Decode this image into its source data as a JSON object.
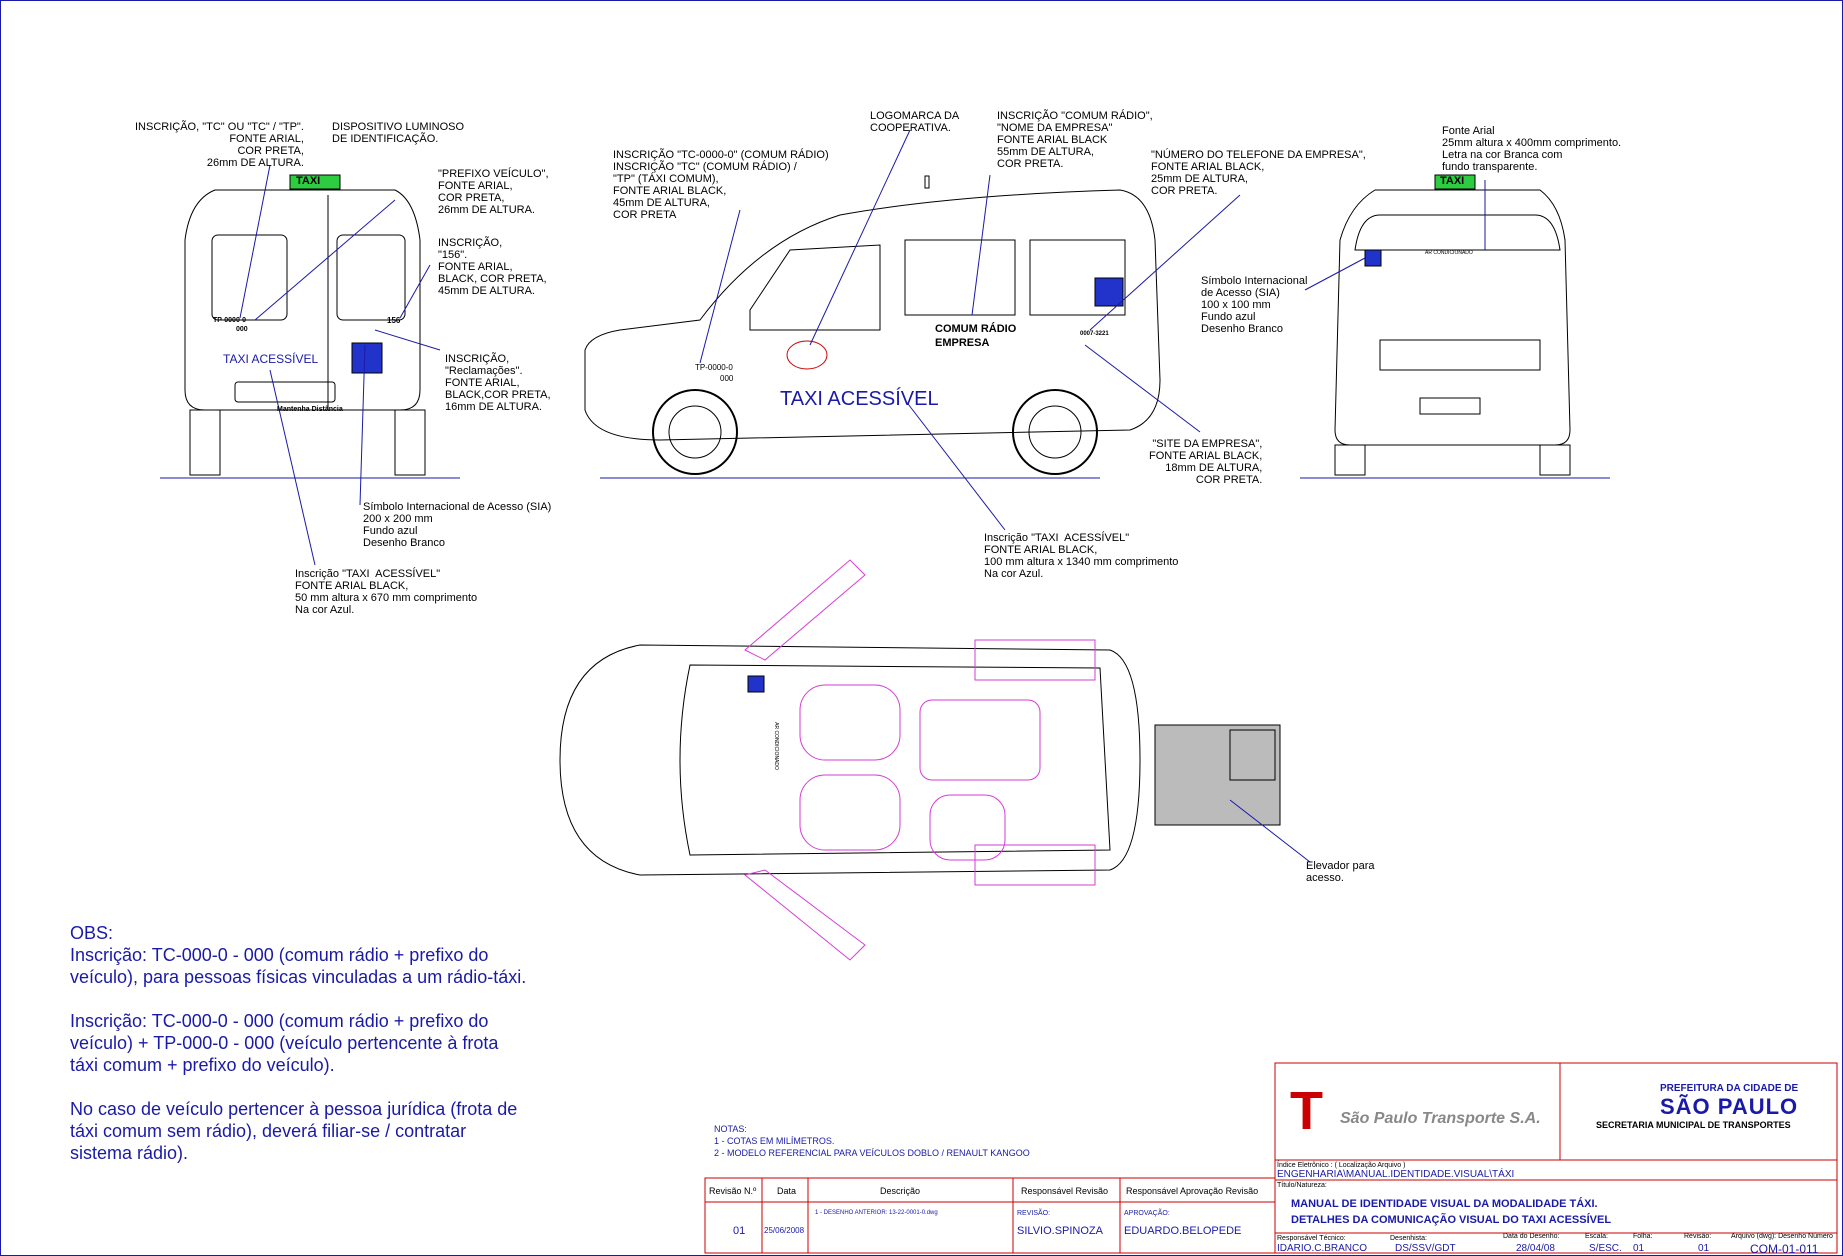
{
  "annotations": {
    "rear_tc_tp": "INSCRIÇÃO, \"TC\" OU \"TC\" / \"TP\".\nFONTE ARIAL,\nCOR PRETA,\n26mm DE ALTURA.",
    "dispositivo": "DISPOSITIVO LUMINOSO\nDE IDENTIFICAÇÃO.",
    "prefixo": "\"PREFIXO VEÍCULO\",\nFONTE ARIAL,\nCOR PRETA,\n26mm DE ALTURA.",
    "inscr_156": "INSCRIÇÃO,\n\"156\".\nFONTE ARIAL,\nBLACK, COR PRETA,\n45mm DE ALTURA.",
    "reclamacoes": "INSCRIÇÃO,\n\"Reclamações\".\nFONTE ARIAL,\nBLACK,COR PRETA,\n16mm DE ALTURA.",
    "sia_rear": "Símbolo Internacional de Acesso (SIA)\n200 x 200 mm\nFundo azul\nDesenho Branco",
    "taxi_rear": "Inscrição \"TAXI  ACESSÍVEL\"\nFONTE ARIAL BLACK,\n50 mm altura x 670 mm comprimento\nNa cor Azul.",
    "logomarca": "LOGOMARCA DA\nCOOPERATIVA.",
    "tc_side": "INSCRIÇÃO \"TC-0000-0\" (COMUM RÁDIO)\nINSCRIÇÃO \"TC\" (COMUM RÁDIO) /\n\"TP\" (TÁXI COMUM),\nFONTE ARIAL BLACK,\n45mm DE ALTURA,\nCOR PRETA",
    "comum_radio": "INSCRIÇÃO \"COMUM RÁDIO\",\n\"NOME DA EMPRESA\"\nFONTE ARIAL BLACK\n55mm DE ALTURA,\nCOR PRETA.",
    "telefone": "\"NÚMERO DO TELEFONE DA EMPRESA\",\nFONTE ARIAL BLACK,\n25mm DE ALTURA,\nCOR PRETA.",
    "site": "\"SITE DA EMPRESA\",\nFONTE ARIAL BLACK,\n18mm DE ALTURA,\nCOR PRETA.",
    "taxi_side": "Inscrição \"TAXI  ACESSÍVEL\"\nFONTE ARIAL BLACK,\n100 mm altura x 1340 mm comprimento\nNa cor Azul.",
    "fonte_front": "Fonte Arial\n25mm altura x 400mm comprimento.\nLetra na cor Branca com\nfundo transparente.",
    "sia_front": "Símbolo Internacional\nde Acesso (SIA)\n100 x 100 mm\nFundo azul\nDesenho Branco",
    "elevador": "Elevador para\nacesso."
  },
  "vehicle_text": {
    "taxi_sign": "TAXI",
    "rear_plate_top": "TP-0000-0",
    "rear_plate_bottom": "000",
    "rear_156": "156",
    "rear_taxi": "TAXI ACESSÍVEL",
    "rear_mantenha": "Mantenha Distância",
    "side_plate_top": "TP-0000-0",
    "side_plate_bottom": "000",
    "side_comum": "COMUM RÁDIO",
    "side_empresa": "EMPRESA",
    "side_phone": "0007-3221",
    "side_taxi": "TAXI ACESSÍVEL",
    "front_ar": "AR CONDICIONADO",
    "top_ar": "AR CONDICIONADO"
  },
  "obs": {
    "title": "OBS:",
    "p1": "Inscrição: TC-000-0 - 000 (comum rádio + prefixo do veículo), para pessoas físicas vinculadas a um rádio-táxi.",
    "p2": "Inscrição: TC-000-0 - 000 (comum rádio + prefixo do veículo) + TP-000-0 - 000 (veículo pertencente à frota táxi comum + prefixo do veículo).",
    "p3": "No caso de veículo pertencer à pessoa jurídica (frota de táxi comum sem rádio), deverá filiar-se / contratar sistema rádio)."
  },
  "notas": {
    "title": "NOTAS:",
    "n1": "1 - COTAS EM MILÍMETROS.",
    "n2": "2 - MODELO REFERENCIAL PARA VEÍCULOS DOBLO / RENAULT KANGOO"
  },
  "revision_table": {
    "headers": [
      "Revisão N.º",
      "Data",
      "Descrição",
      "Responsável Revisão",
      "Responsável Aprovação Revisão"
    ],
    "row": {
      "revisao": "01",
      "data": "25/06/2008",
      "descricao": "1 - DESENHO ANTERIOR: 13-22-0001-0.dwg",
      "rev_label": "REVISÃO:",
      "rev_name": "SILVIO.SPINOZA",
      "apr_label": "APROVAÇÃO:",
      "apr_name": "EDUARDO.BELOPEDE"
    }
  },
  "title_block": {
    "company": "São Paulo Transporte S.A.",
    "pmsp_line1": "PREFEITURA DA CIDADE DE",
    "pmsp_line2": "SÃO PAULO",
    "secretaria": "SECRETARIA MUNICIPAL DE TRANSPORTES",
    "indice_label": "Índice Eletrônico : ( Localização Arquivo )",
    "indice_value": "ENGENHARIA\\MANUAL.IDENTIDADE.VISUAL\\TÁXI",
    "titulo_label": "Título/Natureza:",
    "titulo_line1": "MANUAL DE IDENTIDADE VISUAL DA MODALIDADE TÁXI.",
    "titulo_line2": "DETALHES DA COMUNICAÇÃO VISUAL DO TAXI ACESSÍVEL",
    "resp_label": "Responsável Técnico:",
    "resp_value": "IDARIO.C.BRANCO",
    "des_label": "Desenhista:",
    "des_value": "DS/SSV/GDT",
    "data_label": "Data do Desenho:",
    "data_value": "28/04/08",
    "escala_label": "Escala:",
    "escala_value": "S/ESC.",
    "folha_label": "Folha:",
    "folha_value": "01",
    "revisao_label": "Revisão:",
    "revisao_value": "01",
    "arquivo_label": "Arquivo (dwg): Desenho Número",
    "arquivo_value": "COM-01-011"
  },
  "colors": {
    "drawing_blue": "#1a1aa8",
    "sign_green": "#2ecc40",
    "sia_blue": "#2233cc",
    "magenta": "#d63cd6",
    "frame_red": "#cc0000"
  }
}
